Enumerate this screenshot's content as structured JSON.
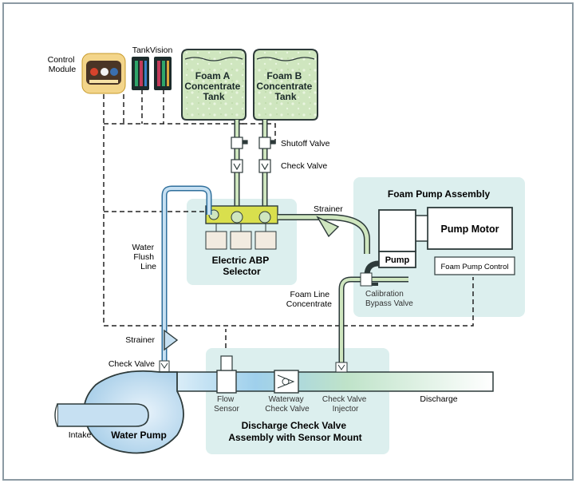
{
  "colors": {
    "frame_border": "#8c9aa3",
    "assembly_panel": "#dcefee",
    "foam_green": "#cfe6bf",
    "foam_green_dark": "#7da56a",
    "pipe_outline": "#2d3a3a",
    "water_blue": "#c6e0f2",
    "water_blue_dark": "#2f6f9c",
    "dashed_line": "#222222"
  },
  "labels": {
    "control_module": [
      "Control",
      "Module"
    ],
    "tankvision": "TankVision",
    "foam_a_tank": [
      "Foam A",
      "Concentrate",
      "Tank"
    ],
    "foam_b_tank": [
      "Foam B",
      "Concentrate",
      "Tank"
    ],
    "shutoff_valve": "Shutoff Valve",
    "check_valve_top": "Check Valve",
    "strainer_right": "Strainer",
    "foam_pump_assembly": "Foam Pump Assembly",
    "pump_motor": "Pump Motor",
    "pump": "Pump",
    "foam_pump_control": "Foam Pump Control",
    "calibration_bypass_valve": [
      "Calibration",
      "Bypass Valve"
    ],
    "foam_line_concentrate": [
      "Foam Line",
      "Concentrate"
    ],
    "electric_abp_selector": [
      "Electric ABP",
      "Selector"
    ],
    "water_flush_line": [
      "Water",
      "Flush",
      "Line"
    ],
    "strainer_left": "Strainer",
    "check_valve_left": "Check Valve",
    "flow_sensor": [
      "Flow",
      "Sensor"
    ],
    "waterway_check_valve": [
      "Waterway",
      "Check Valve"
    ],
    "check_valve_injector": [
      "Check Valve",
      "Injector"
    ],
    "discharge": "Discharge",
    "discharge_assembly": [
      "Discharge Check Valve",
      "Assembly with Sensor Mount"
    ],
    "intake": "Intake",
    "water_pump": "Water Pump"
  }
}
